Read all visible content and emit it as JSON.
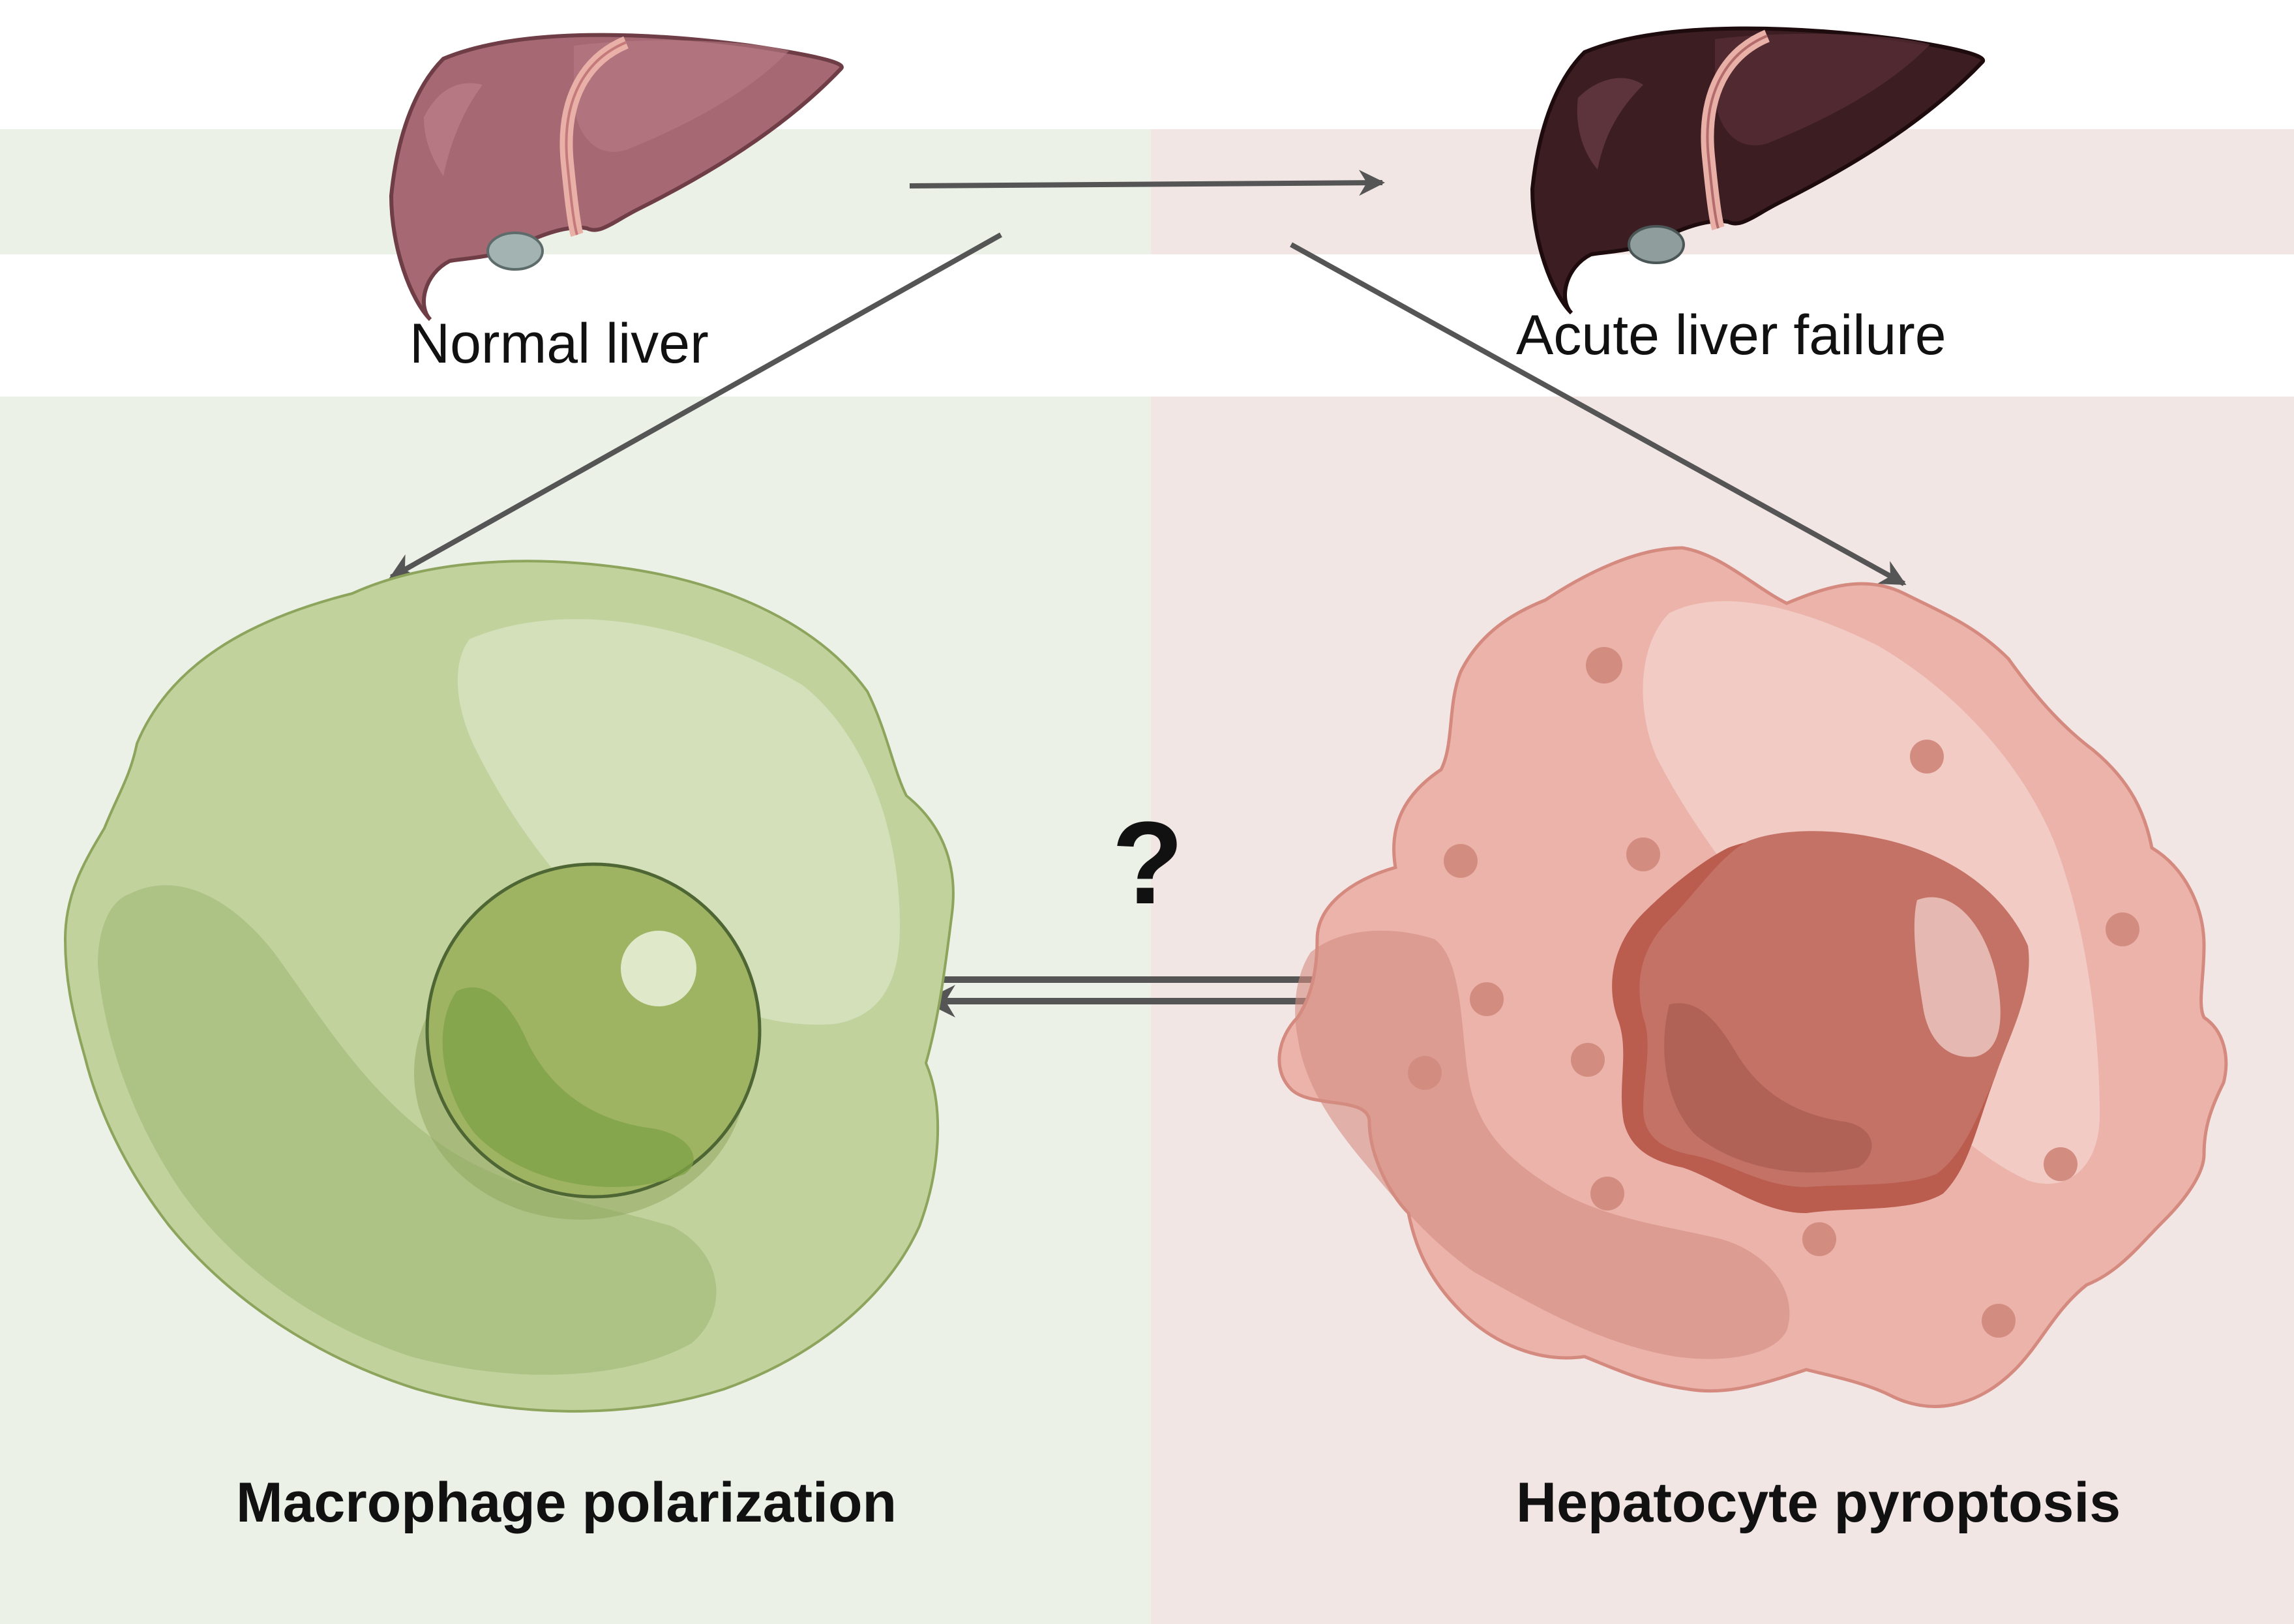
{
  "labels": {
    "normal_liver": "Normal liver",
    "acute_liver_failure": "Acute liver failure",
    "macrophage": "Macrophage polarization",
    "hepatocyte": "Hepatocyte pyroptosis",
    "question": "?"
  },
  "colors": {
    "left_band": "#ebf1e6",
    "right_band": "#f2e6e5",
    "arrow": "#555555",
    "normal_liver": "#a66872",
    "failed_liver": "#3c1d22",
    "macrophage_body": "#c2d29d",
    "macrophage_nucleus": "#9fb463",
    "hepatocyte_body": "#ebb3aa",
    "hepatocyte_nucleus": "#c47265"
  },
  "icons": {
    "normal_liver": "liver-icon",
    "failed_liver": "liver-icon",
    "macrophage": "macrophage-cell-icon",
    "hepatocyte": "hepatocyte-cell-icon"
  }
}
